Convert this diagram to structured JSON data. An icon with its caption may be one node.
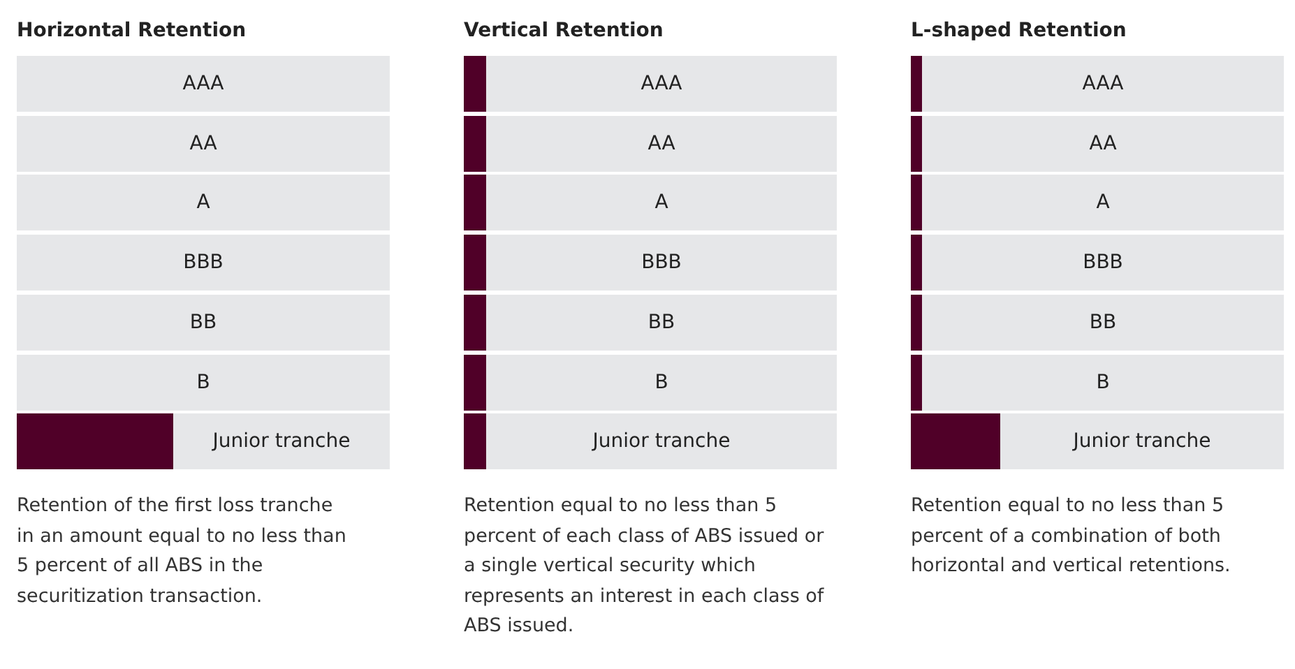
{
  "diagram": {
    "nodes": [
      {
        "text": [
          "AAA"
        ]
      },
      {
        "text": [
          "AA"
        ]
      },
      {
        "text": [
          "A"
        ]
      },
      {
        "text": [
          "BBB"
        ]
      },
      {
        "text": [
          "BB"
        ]
      },
      {
        "text": [
          "B"
        ]
      },
      {
        "text": [
          "Junior tranche"
        ]
      },
      {
        "text": [
          "AAA"
        ]
      },
      {
        "text": [
          "AA"
        ]
      },
      {
        "text": [
          "A"
        ]
      },
      {
        "text": [
          "BBB"
        ]
      },
      {
        "text": [
          "BB"
        ]
      },
      {
        "text": [
          "B"
        ]
      },
      {
        "text": [
          "Junior tranche"
        ]
      },
      {
        "text": [
          "AAA"
        ]
      },
      {
        "text": [
          "AA"
        ]
      },
      {
        "text": [
          "A"
        ]
      },
      {
        "text": [
          "BBB"
        ]
      },
      {
        "text": [
          "BB"
        ]
      },
      {
        "text": [
          "B"
        ]
      },
      {
        "text": [
          "Junior tranche"
        ]
      }
    ],
    "labels": [
      "Horizontal Retention",
      "Vertical Retention",
      "L-shaped Retention",
      "Retention of the first loss tranche in an amount equal to no less than 5 percent of all ABS in the securitization transaction.",
      "Retention equal to no less than 5 percent of each class of ABS issued or a single vertical security which represents an interest in each class of ABS issued.",
      "Retention equal to no less than 5 percent of a combination of both horizontal and vertical retentions."
    ]
  }
}
